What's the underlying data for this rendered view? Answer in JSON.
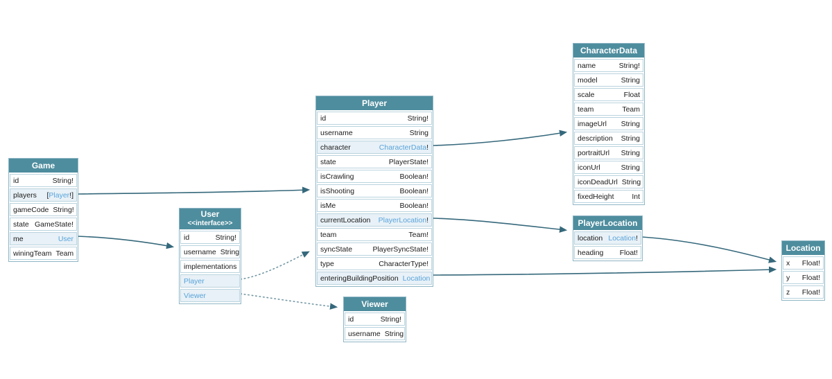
{
  "colors": {
    "header_bg": "#4e8d9e",
    "header_text": "#ffffff",
    "link_blue": "#58a3da",
    "linked_row_bg": "#e8f1f7",
    "row_border": "#b9d3de",
    "table_border": "#8fb6c6",
    "edge": "#35687b",
    "dotted_edge": "#7397a4",
    "canvas_bg": "#ffffff"
  },
  "tables": {
    "game": {
      "title": "Game",
      "fields": [
        {
          "name": "id",
          "value": "String!"
        },
        {
          "name": "players",
          "link_pre": "[",
          "link": "Player",
          "link_post": "!]"
        },
        {
          "name": "gameCode",
          "value": "String!"
        },
        {
          "name": "state",
          "value": "GameState!"
        },
        {
          "name": "me",
          "link": "User"
        },
        {
          "name": "winingTeam",
          "value": "Team"
        }
      ]
    },
    "user": {
      "title": "User",
      "subtitle": "<<interface>>",
      "fields": [
        {
          "name": "id",
          "value": "String!"
        },
        {
          "name": "username",
          "value": "String"
        }
      ],
      "section_label": "implementations",
      "implementations": [
        {
          "link": "Player"
        },
        {
          "link": "Viewer"
        }
      ]
    },
    "player": {
      "title": "Player",
      "fields": [
        {
          "name": "id",
          "value": "String!"
        },
        {
          "name": "username",
          "value": "String"
        },
        {
          "name": "character",
          "link": "CharacterData",
          "link_post": "!"
        },
        {
          "name": "state",
          "value": "PlayerState!"
        },
        {
          "name": "isCrawling",
          "value": "Boolean!"
        },
        {
          "name": "isShooting",
          "value": "Boolean!"
        },
        {
          "name": "isMe",
          "value": "Boolean!"
        },
        {
          "name": "currentLocation",
          "link": "PlayerLocation",
          "link_post": "!"
        },
        {
          "name": "team",
          "value": "Team!"
        },
        {
          "name": "syncState",
          "value": "PlayerSyncState!"
        },
        {
          "name": "type",
          "value": "CharacterType!"
        },
        {
          "name": "enteringBuildingPosition",
          "link": "Location"
        }
      ]
    },
    "viewer": {
      "title": "Viewer",
      "fields": [
        {
          "name": "id",
          "value": "String!"
        },
        {
          "name": "username",
          "value": "String"
        }
      ]
    },
    "character_data": {
      "title": "CharacterData",
      "fields": [
        {
          "name": "name",
          "value": "String!"
        },
        {
          "name": "model",
          "value": "String"
        },
        {
          "name": "scale",
          "value": "Float"
        },
        {
          "name": "team",
          "value": "Team"
        },
        {
          "name": "imageUrl",
          "value": "String"
        },
        {
          "name": "description",
          "value": "String"
        },
        {
          "name": "portraitUrl",
          "value": "String"
        },
        {
          "name": "iconUrl",
          "value": "String"
        },
        {
          "name": "iconDeadUrl",
          "value": "String"
        },
        {
          "name": "fixedHeight",
          "value": "Int"
        }
      ]
    },
    "player_location": {
      "title": "PlayerLocation",
      "fields": [
        {
          "name": "location",
          "link": "Location",
          "link_post": "!"
        },
        {
          "name": "heading",
          "value": "Float!"
        }
      ]
    },
    "location": {
      "title": "Location",
      "fields": [
        {
          "name": "x",
          "value": "Float!"
        },
        {
          "name": "y",
          "value": "Float!"
        },
        {
          "name": "z",
          "value": "Float!"
        }
      ]
    }
  },
  "edges": [
    {
      "from": "Game.players",
      "to": "Player",
      "style": "solid"
    },
    {
      "from": "Game.me",
      "to": "User",
      "style": "solid"
    },
    {
      "from": "User.Player",
      "to": "Player",
      "style": "dotted"
    },
    {
      "from": "User.Viewer",
      "to": "Viewer",
      "style": "dotted"
    },
    {
      "from": "Player.character",
      "to": "CharacterData",
      "style": "solid"
    },
    {
      "from": "Player.currentLocation",
      "to": "PlayerLocation",
      "style": "solid"
    },
    {
      "from": "PlayerLocation.location",
      "to": "Location",
      "style": "solid"
    },
    {
      "from": "Player.enteringBuildingPosition",
      "to": "Location",
      "style": "solid"
    }
  ]
}
